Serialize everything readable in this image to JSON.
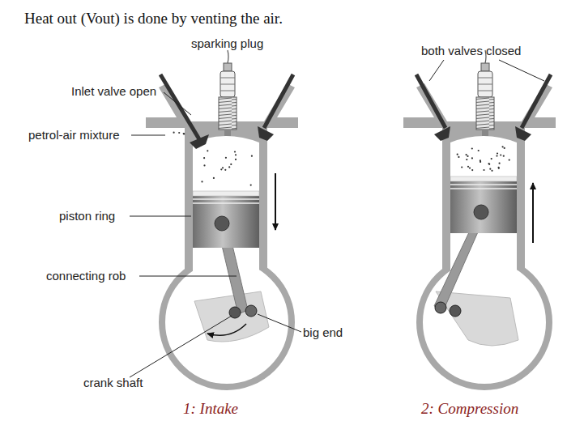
{
  "diagram": {
    "title": "Heat out (Vout) is done by venting the air.",
    "labels": [
      "sparking plug",
      "Inlet valve open",
      "petrol-air mixture",
      "piston ring",
      "connecting rob",
      "big end",
      "crank shaft",
      "1: Intake",
      "both valves closed",
      "2: Compression"
    ]
  }
}
